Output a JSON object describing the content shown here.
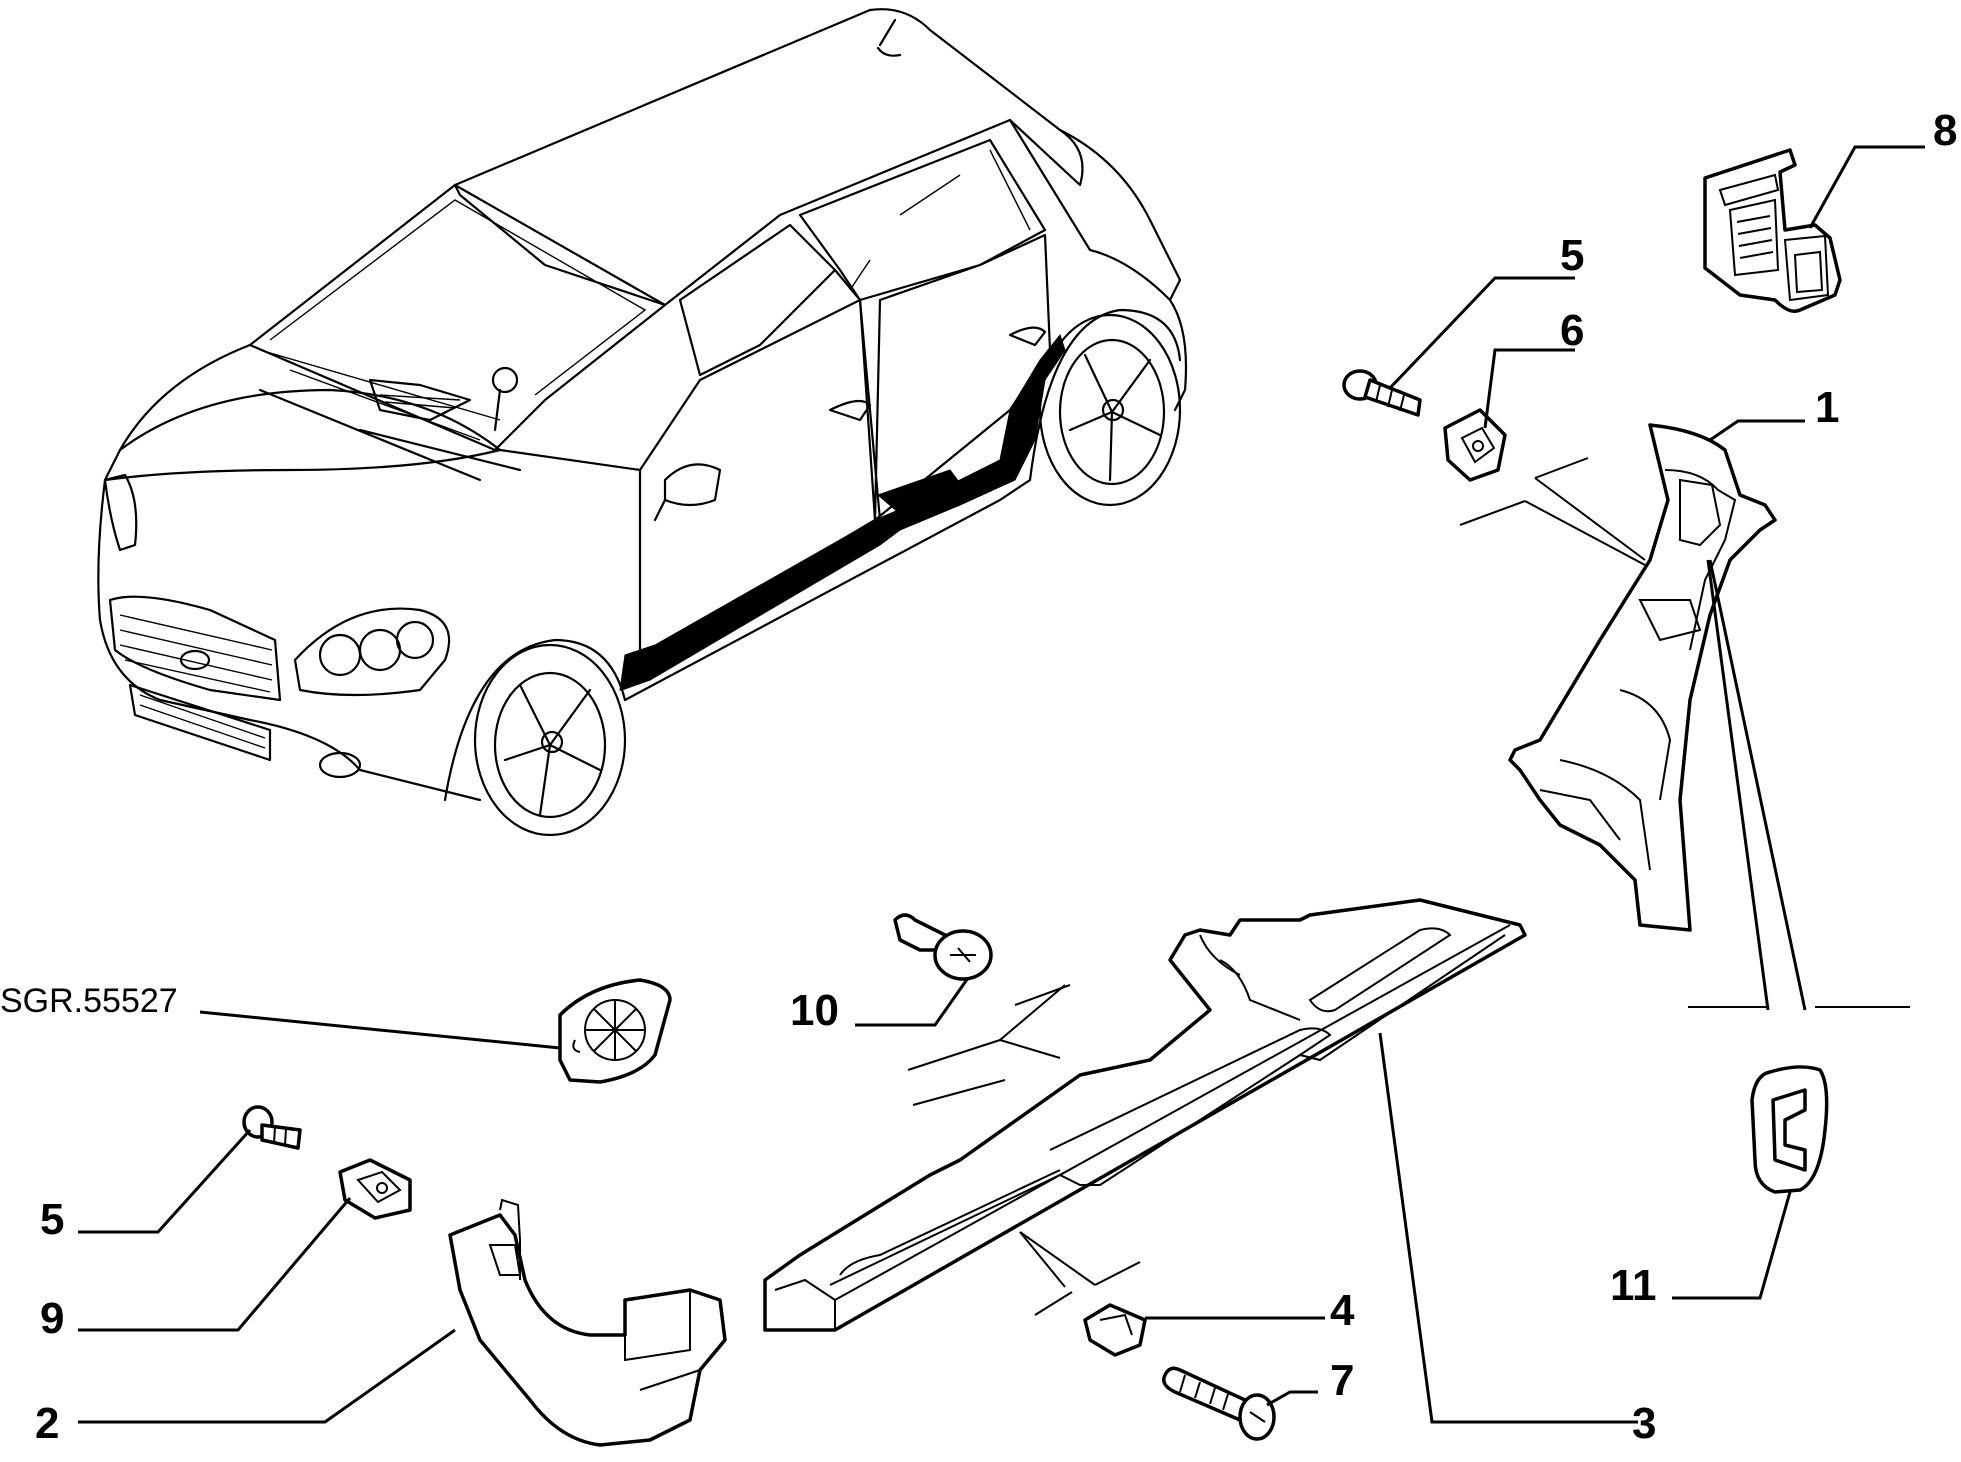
{
  "diagram": {
    "reference_code": "SGR.55527",
    "callouts": [
      {
        "id": "1",
        "text": "1"
      },
      {
        "id": "2",
        "text": "2"
      },
      {
        "id": "3",
        "text": "3"
      },
      {
        "id": "4",
        "text": "4"
      },
      {
        "id": "5a",
        "text": "5"
      },
      {
        "id": "5b",
        "text": "5"
      },
      {
        "id": "6",
        "text": "6"
      },
      {
        "id": "7",
        "text": "7"
      },
      {
        "id": "8",
        "text": "8"
      },
      {
        "id": "9",
        "text": "9"
      },
      {
        "id": "10",
        "text": "10"
      },
      {
        "id": "11",
        "text": "11"
      }
    ]
  }
}
